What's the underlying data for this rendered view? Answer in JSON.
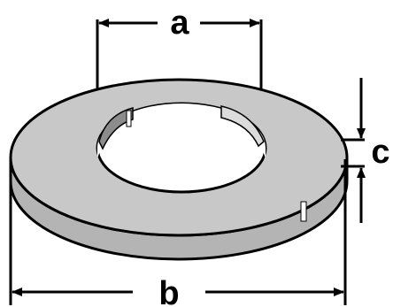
{
  "diagram": {
    "labels": {
      "inner_diameter": "a",
      "outer_diameter": "b",
      "thickness": "c"
    },
    "colors": {
      "washer_top": "#c8c8c8",
      "washer_edge": "#b4b4b4",
      "hole": "#ffffff",
      "stroke": "#000000",
      "background": "#ffffff"
    }
  }
}
